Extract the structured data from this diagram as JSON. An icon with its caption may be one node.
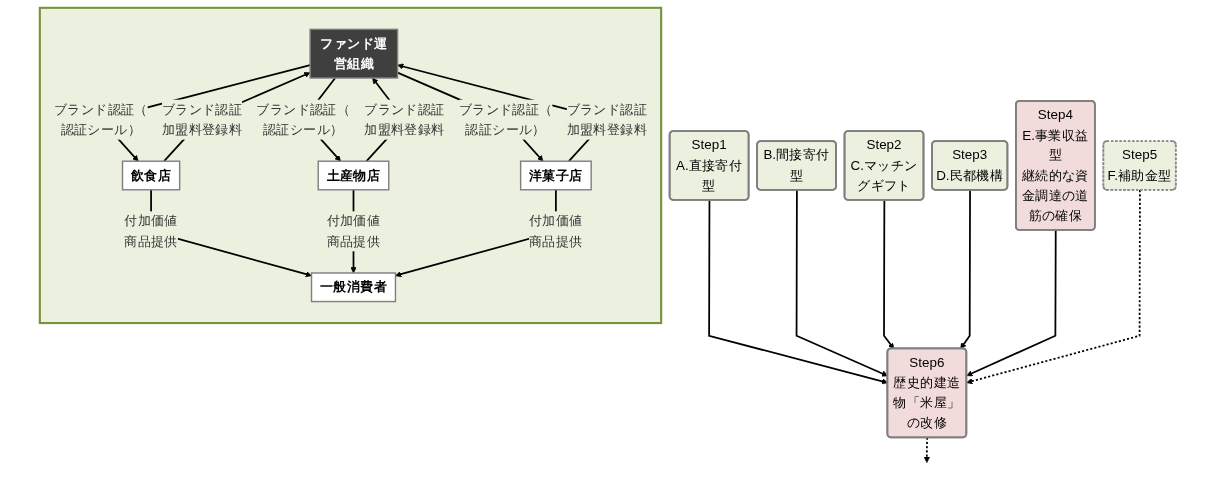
{
  "diagram": {
    "nodes": [
      {
        "text": [
          "Step1",
          "A.直接寄付型"
        ]
      },
      {
        "text": [
          "B.間接寄付型"
        ]
      },
      {
        "text": [
          "Step2",
          "C.マッチングギフト"
        ]
      },
      {
        "text": [
          "Step3",
          "D.民都機構"
        ]
      },
      {
        "text": [
          "Step4",
          "E.事業収益型",
          "継続的な資金調達の道筋の確保"
        ]
      },
      {
        "text": [
          "Step5",
          "F.補助金型"
        ]
      },
      {
        "text": [
          "Step6",
          "歴史的建造物「米屋」の改修"
        ]
      },
      {
        "text": [],
        "shape": "callout"
      },
      {
        "text": [
          "ファンド運営組織"
        ],
        "in": 7
      },
      {
        "text": [
          "飲食店"
        ],
        "in": 7
      },
      {
        "text": [
          "土産物店"
        ],
        "in": 7
      },
      {
        "text": [
          "洋菓子店"
        ],
        "in": 7
      },
      {
        "text": [
          "一般消費者"
        ],
        "in": 7
      }
    ],
    "edges": [
      {
        "from": 0,
        "to": 6,
        "arrow": "to"
      },
      {
        "from": 1,
        "to": 6,
        "arrow": "to"
      },
      {
        "from": 2,
        "to": 6,
        "arrow": "to"
      },
      {
        "from": 3,
        "to": 6,
        "arrow": "to"
      },
      {
        "from": 4,
        "to": 6,
        "arrow": "to"
      },
      {
        "from": 5,
        "to": 6,
        "arrow": "to",
        "style": "dashed"
      },
      {
        "from": 6,
        "to": null,
        "arrow": "to",
        "style": "dashed"
      },
      {
        "from": 8,
        "to": 9,
        "arrow": "to",
        "label": "ブランド認証（認証シール）"
      },
      {
        "from": 9,
        "to": 8,
        "arrow": "to",
        "label": "ブランド認証加盟料登録料"
      },
      {
        "from": 8,
        "to": 10,
        "arrow": "to",
        "label": "ブランド認証（認証シール）"
      },
      {
        "from": 10,
        "to": 8,
        "arrow": "to",
        "label": "ブランド認証加盟料登録料"
      },
      {
        "from": 8,
        "to": 11,
        "arrow": "to",
        "label": "ブランド認証（認証シール）"
      },
      {
        "from": 11,
        "to": 8,
        "arrow": "to",
        "label": "ブランド認証加盟料登録料"
      },
      {
        "from": 9,
        "to": 12,
        "arrow": "to",
        "label": "付加価値商品提供"
      },
      {
        "from": 10,
        "to": 12,
        "arrow": "to",
        "label": "付加価値商品提供"
      },
      {
        "from": 11,
        "to": 12,
        "arrow": "to",
        "label": "付加価値商品提供"
      }
    ]
  }
}
